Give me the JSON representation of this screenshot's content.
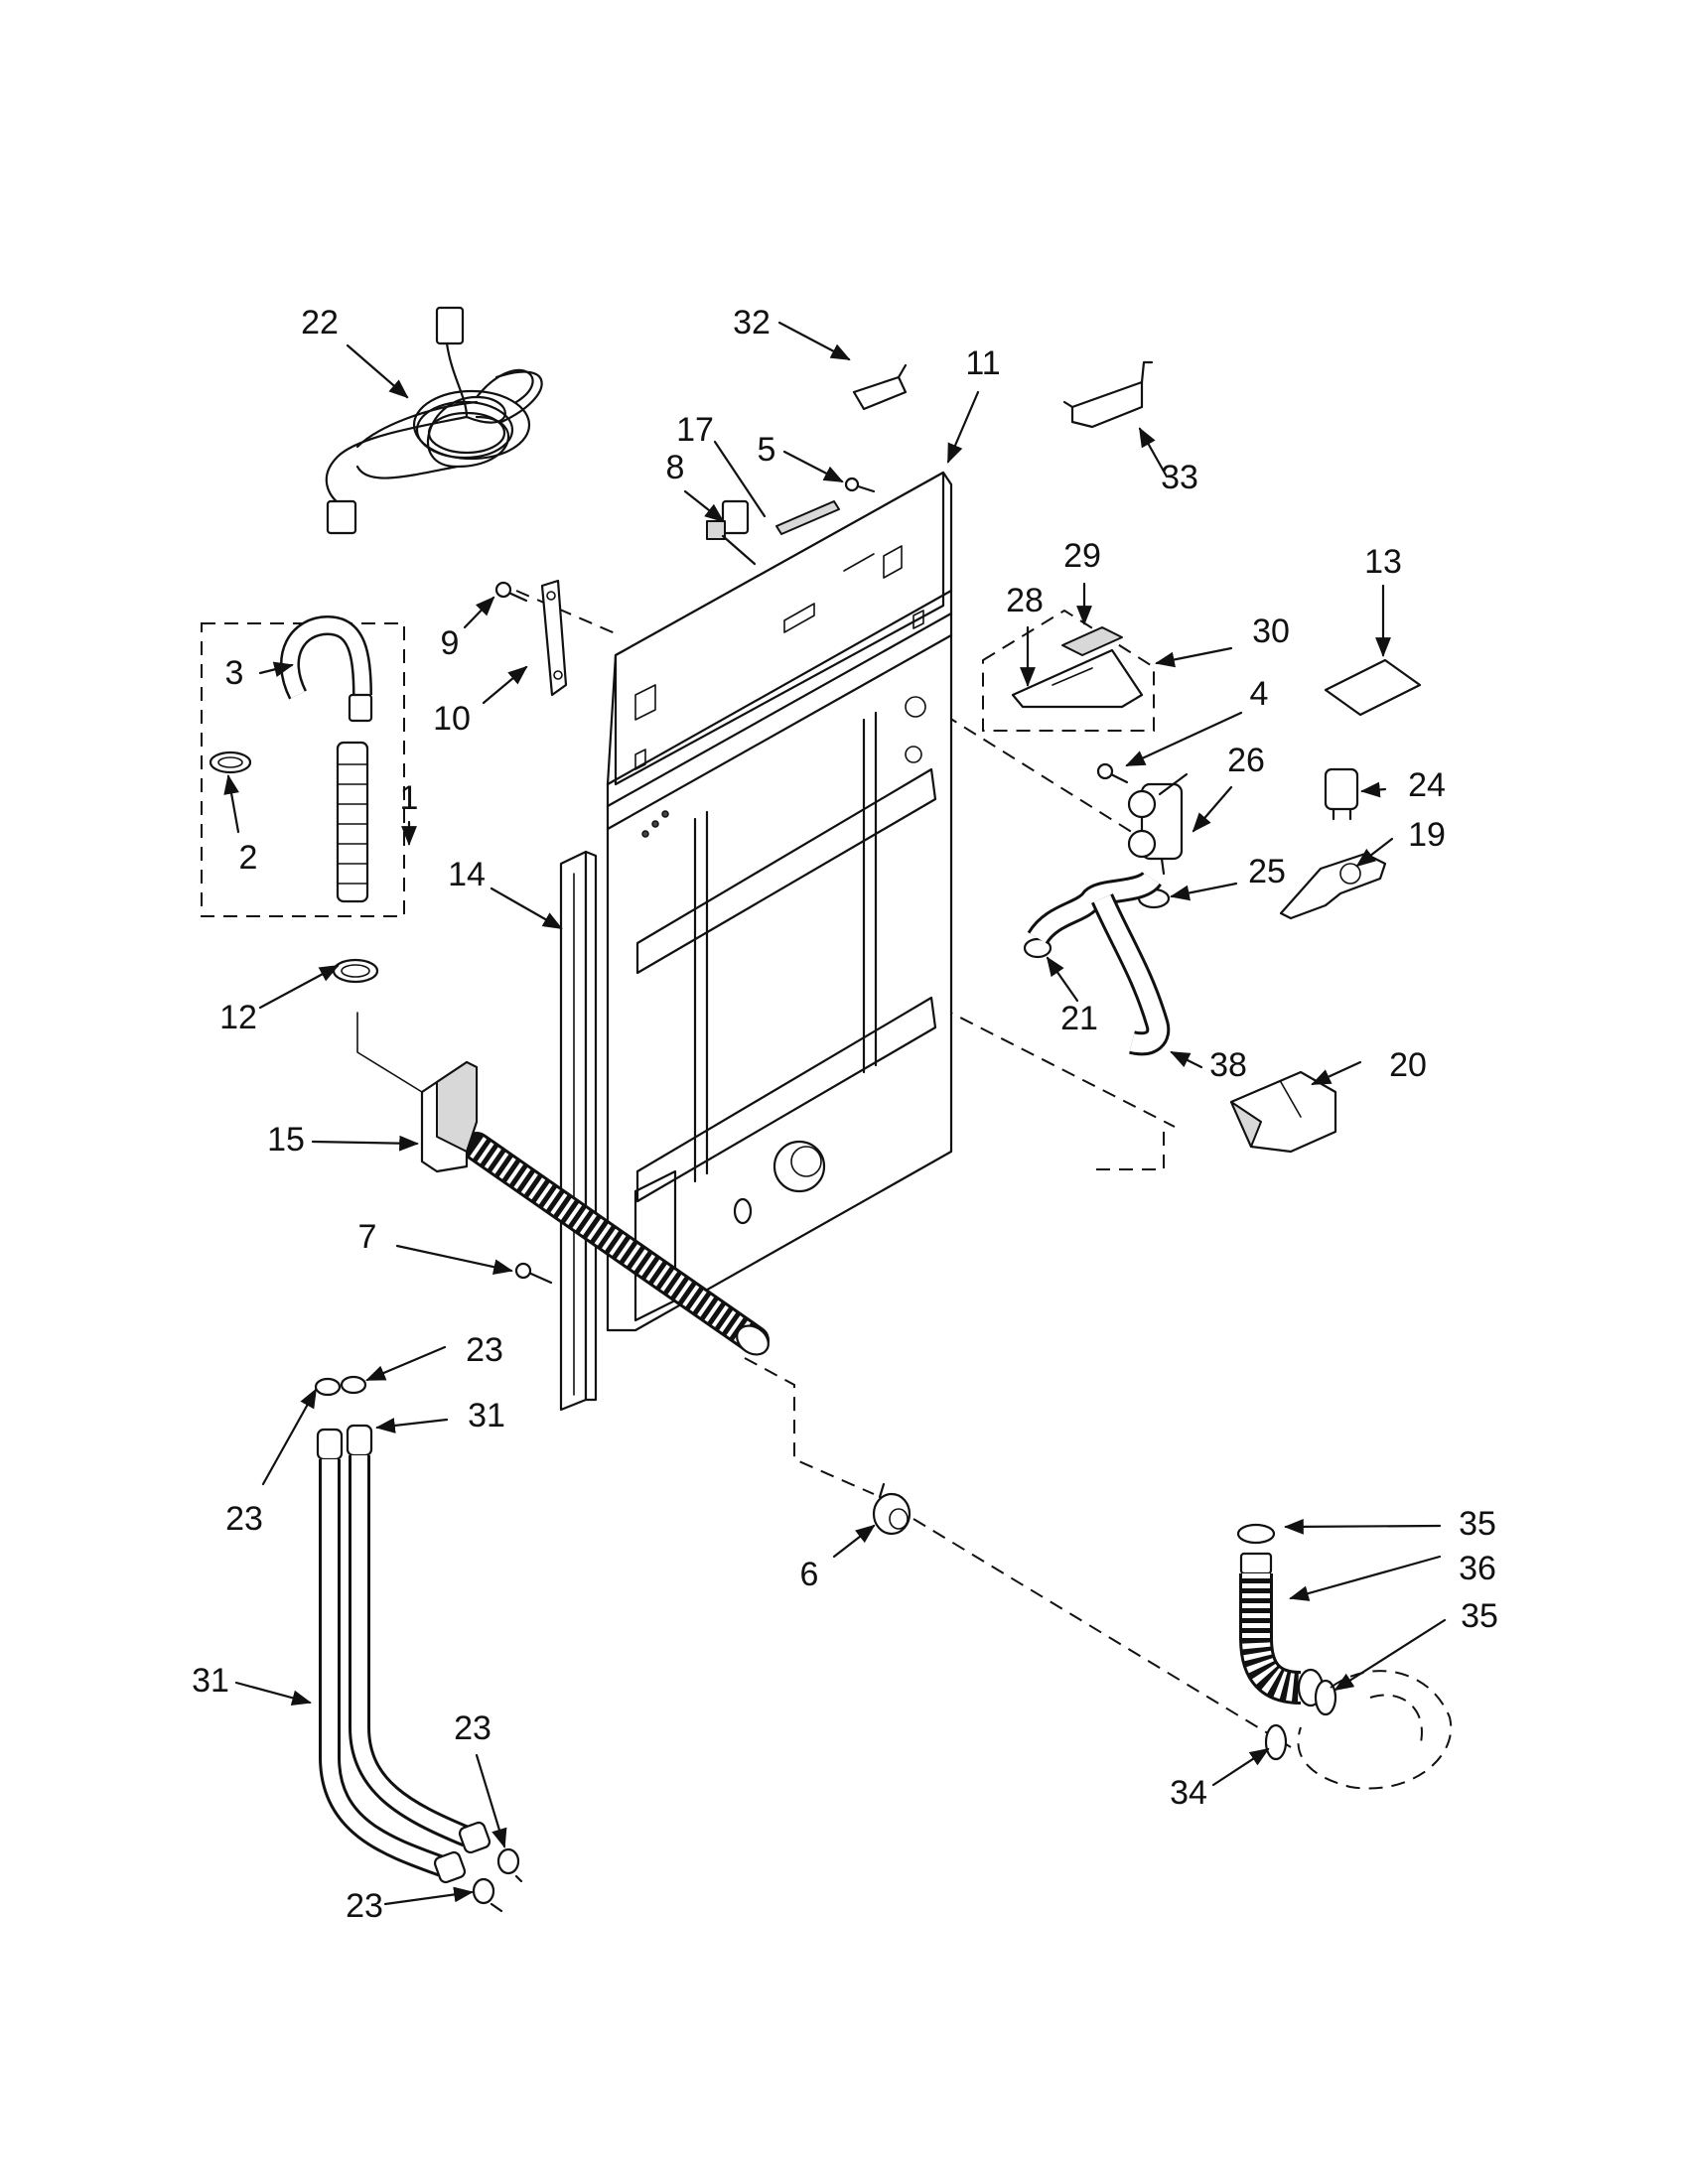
{
  "callouts": [
    {
      "id": "c22",
      "text": "22"
    },
    {
      "id": "c32",
      "text": "32"
    },
    {
      "id": "c11",
      "text": "11"
    },
    {
      "id": "c17",
      "text": "17"
    },
    {
      "id": "c5",
      "text": "5"
    },
    {
      "id": "c8",
      "text": "8"
    },
    {
      "id": "c33",
      "text": "33"
    },
    {
      "id": "c29",
      "text": "29"
    },
    {
      "id": "c13",
      "text": "13"
    },
    {
      "id": "c28",
      "text": "28"
    },
    {
      "id": "c30",
      "text": "30"
    },
    {
      "id": "c9",
      "text": "9"
    },
    {
      "id": "c3",
      "text": "3"
    },
    {
      "id": "c10",
      "text": "10"
    },
    {
      "id": "c4",
      "text": "4"
    },
    {
      "id": "c26",
      "text": "26"
    },
    {
      "id": "c24",
      "text": "24"
    },
    {
      "id": "c2",
      "text": "2"
    },
    {
      "id": "c1",
      "text": "1"
    },
    {
      "id": "c14",
      "text": "14"
    },
    {
      "id": "c19",
      "text": "19"
    },
    {
      "id": "c25",
      "text": "25"
    },
    {
      "id": "c12",
      "text": "12"
    },
    {
      "id": "c21",
      "text": "21"
    },
    {
      "id": "c38",
      "text": "38"
    },
    {
      "id": "c20",
      "text": "20"
    },
    {
      "id": "c15",
      "text": "15"
    },
    {
      "id": "c7",
      "text": "7"
    },
    {
      "id": "c23a",
      "text": "23"
    },
    {
      "id": "c31a",
      "text": "31"
    },
    {
      "id": "c23b",
      "text": "23"
    },
    {
      "id": "c35a",
      "text": "35"
    },
    {
      "id": "c36",
      "text": "36"
    },
    {
      "id": "c6",
      "text": "6"
    },
    {
      "id": "c35b",
      "text": "35"
    },
    {
      "id": "c31b",
      "text": "31"
    },
    {
      "id": "c23c",
      "text": "23"
    },
    {
      "id": "c34",
      "text": "34"
    },
    {
      "id": "c23d",
      "text": "23"
    }
  ]
}
